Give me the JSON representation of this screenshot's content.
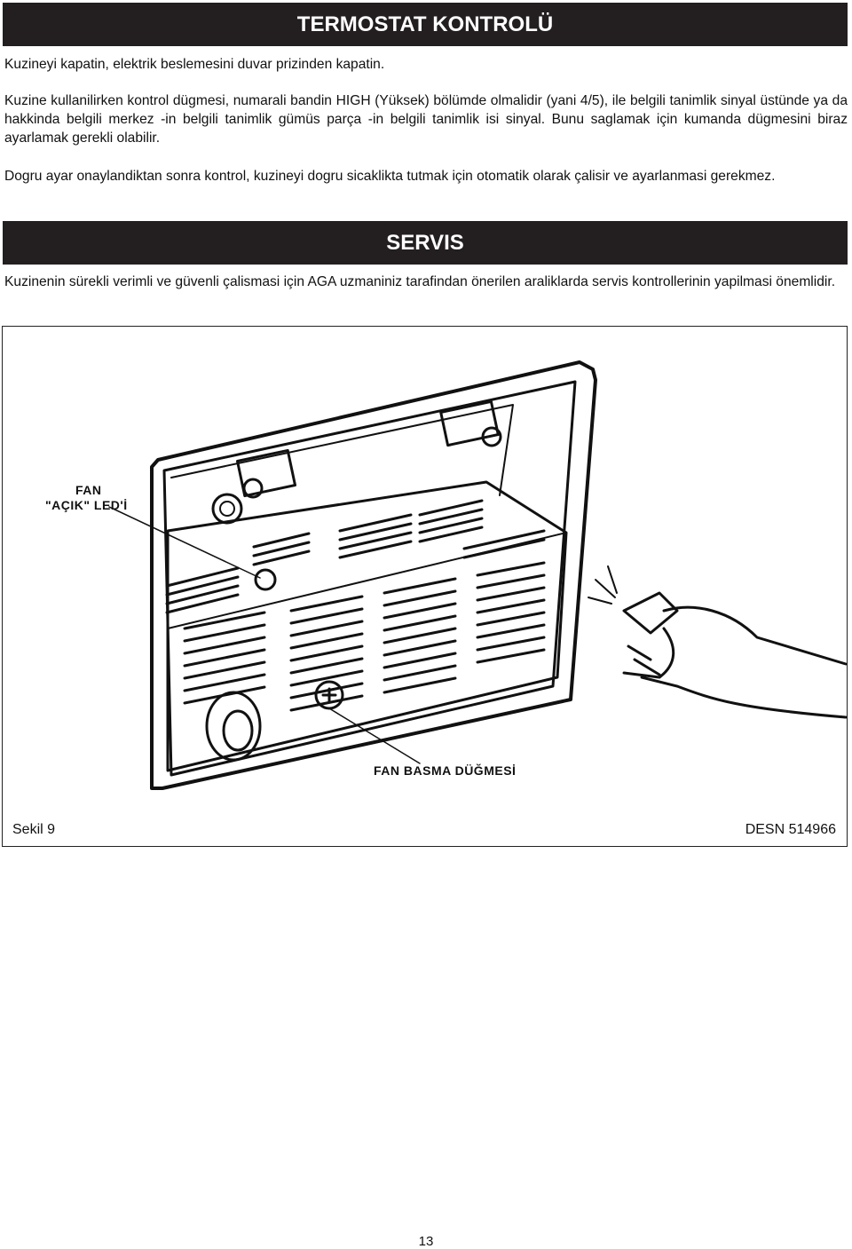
{
  "sections": {
    "thermostat_title": "TERMOSTAT KONTROLÜ",
    "service_title": "SERVIS"
  },
  "paragraphs": {
    "p0": "Kuzineyi kapatin, elektrik beslemesini duvar prizinden kapatin.",
    "p1": "Kuzine kullanilirken kontrol dügmesi, numarali bandin HIGH (Yüksek) bölümde olmalidir (yani 4/5), ile belgili tanimlik sinyal üstünde ya da hakkinda belgili merkez -in belgili tanimlik gümüs parça -in belgili tanimlik isi sinyal.  Bunu saglamak için kumanda dügmesini biraz ayarlamak gerekli olabilir.",
    "p2": "Dogru ayar onaylandiktan sonra kontrol, kuzineyi dogru sicaklikta tutmak için otomatik olarak çalisir ve ayarlanmasi gerekmez.",
    "p3": "Kuzinenin sürekli verimli ve güvenli çalismasi için AGA uzmaniniz tarafindan önerilen araliklarda servis kontrollerinin yapilmasi önemlidir."
  },
  "figure": {
    "label_fan_line1": "FAN",
    "label_fan_line2": "\"AÇIK\" LED'İ",
    "label_button": "FAN BASMA DÜĞMESİ",
    "caption_left": "Sekil 9",
    "caption_right": "DESN 514966"
  },
  "page_number": "13"
}
